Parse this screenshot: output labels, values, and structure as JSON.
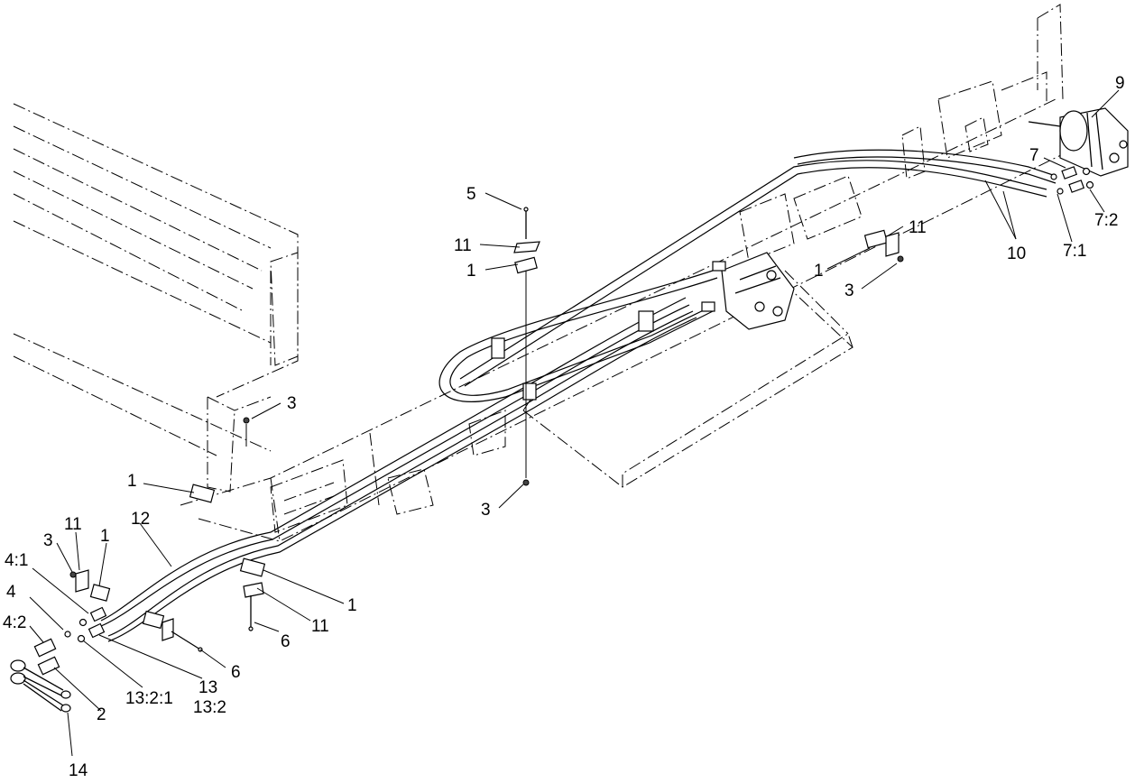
{
  "callouts": {
    "c1_top": "1",
    "c1_right": "1",
    "c1_left": "1",
    "c1_lower_left": "1",
    "c1_bottom_mid": "1",
    "c2": "2",
    "c3_left_upper": "3",
    "c3_top_right": "3",
    "c3_center": "3",
    "c3_lower_left": "3",
    "c4": "4",
    "c4_1": "4:1",
    "c4_2": "4:2",
    "c5": "5",
    "c6": "6",
    "c7": "7",
    "c7_1": "7:1",
    "c7_2": "7:2",
    "c9": "9",
    "c10": "10",
    "c11_top": "11",
    "c11_right": "11",
    "c11_lower_left": "11",
    "c11_bottom_mid": "11",
    "c12": "12",
    "c13": "13",
    "c13_2": "13:2",
    "c13_2_1": "13:2:1",
    "c14": "14"
  }
}
